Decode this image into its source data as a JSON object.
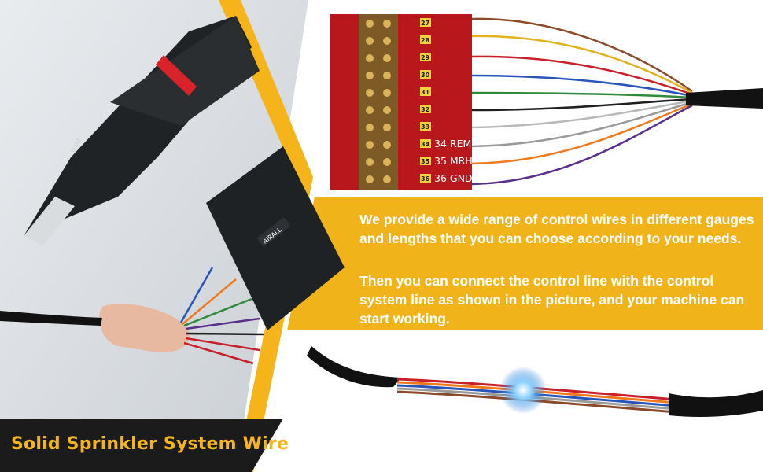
{
  "heading": "Solid Sprinkler System Wire",
  "paragraph_1": "We provide a wide range of control wires in different gauges and lengths that you can choose according to your needs.",
  "paragraph_2": "Then you can connect the control line with the control system line as shown in the picture, and your machine can start working.",
  "terminal_block": {
    "numbers": [
      "27",
      "28",
      "29",
      "30",
      "31",
      "32",
      "33",
      "34",
      "35",
      "36"
    ],
    "labels": [
      "34 REM",
      "35 MRH",
      "36 GND"
    ]
  },
  "tool_labels": {
    "cutter_text": "WIRE",
    "device_logo": "AIRALL"
  },
  "colors": {
    "gold": "#f4b41a",
    "dark": "#1b1b1b",
    "panel_red": "#b8171c",
    "wire_colors": [
      "#8b4a2a",
      "#e2b21c",
      "#c8202a",
      "#2a55b8",
      "#2f8a3c",
      "#202020",
      "#b9b9b9",
      "#9a9a9a",
      "#ef7a1e",
      "#5a2f8a"
    ]
  }
}
